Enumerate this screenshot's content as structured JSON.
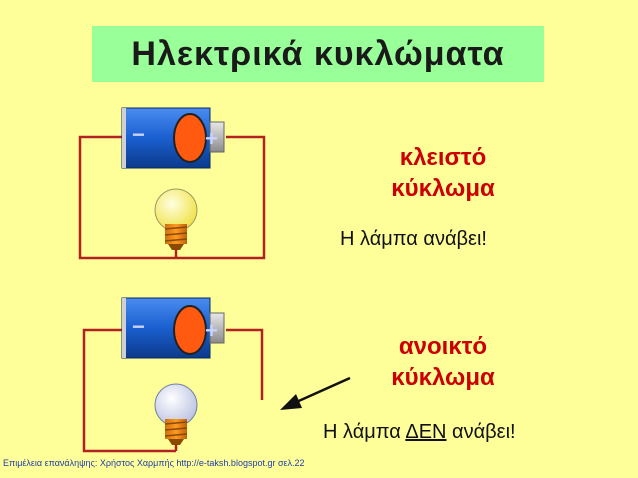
{
  "title": "Ηλεκτρικά κυκλώματα",
  "closed": {
    "state_line1": "κλειστό",
    "state_line2": "κύκλωμα",
    "message": "Η λάμπα ανάβει!"
  },
  "open": {
    "state_line1": "ανοικτό",
    "state_line2": "κύκλωμα",
    "message_part1": "Η λάμπα ",
    "message_emph": "ΔΕΝ",
    "message_part2": " ανάβει!"
  },
  "battery": {
    "minus": "−",
    "plus": "+"
  },
  "footer": "Επιμέλεια επανάληψης: Χρήστος Χαρμπής http://e-taksh.blogspot.gr   σελ.22",
  "colors": {
    "background": "#ffff99",
    "title_bg": "#99ff99",
    "accent_red": "#cc0000",
    "wire": "#b22222",
    "battery_blue": "#1a5fd0",
    "bulb_lit": "#ffff66",
    "bulb_off": "#d8dcf0"
  }
}
